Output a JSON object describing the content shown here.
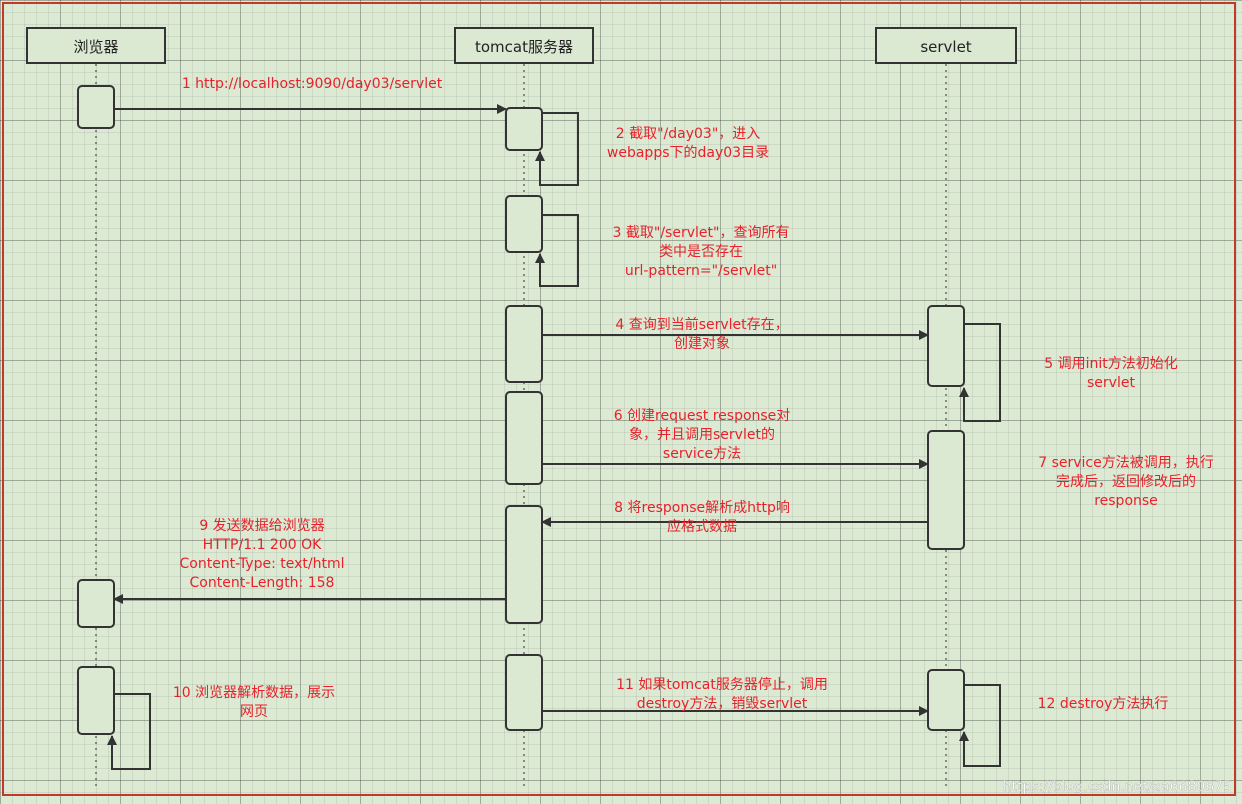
{
  "participants": [
    {
      "id": "browser",
      "label": "浏览器"
    },
    {
      "id": "tomcat",
      "label": "tomcat服务器"
    },
    {
      "id": "servlet",
      "label": "servlet"
    }
  ],
  "steps": [
    {
      "id": "s1",
      "lines": [
        "1 http://localhost:9090/day03/servlet"
      ]
    },
    {
      "id": "s2",
      "lines": [
        "2 截取\"/day03\"，进入",
        "webapps下的day03目录"
      ]
    },
    {
      "id": "s3",
      "lines": [
        "3 截取\"/servlet\"，查询所有",
        "类中是否存在",
        "url-pattern=\"/servlet\""
      ]
    },
    {
      "id": "s4",
      "lines": [
        "4 查询到当前servlet存在，",
        "创建对象"
      ]
    },
    {
      "id": "s5",
      "lines": [
        "5 调用init方法初始化",
        "servlet"
      ]
    },
    {
      "id": "s6",
      "lines": [
        "6 创建request response对",
        "象，并且调用servlet的",
        "service方法"
      ]
    },
    {
      "id": "s7",
      "lines": [
        "7 service方法被调用，执行",
        "完成后，返回修改后的",
        "response"
      ]
    },
    {
      "id": "s8",
      "lines": [
        "8 将response解析成http响",
        "应格式数据"
      ]
    },
    {
      "id": "s9",
      "lines": [
        "9 发送数据给浏览器",
        "HTTP/1.1 200 OK",
        "Content-Type: text/html",
        "Content-Length: 158"
      ]
    },
    {
      "id": "s10",
      "lines": [
        "10 浏览器解析数据，展示",
        "网页"
      ]
    },
    {
      "id": "s11",
      "lines": [
        "11 如果tomcat服务器停止，调用",
        "destroy方法，销毁servlet"
      ]
    },
    {
      "id": "s12",
      "lines": [
        "12 destroy方法执行"
      ]
    }
  ],
  "watermark": "https://blog.csdn.net/aa6680675",
  "colors": {
    "background": "#dce9d3",
    "border": "#c0392b",
    "message_text": "#e8212a",
    "line": "#333333",
    "box_fill": "#dbe8d2"
  }
}
